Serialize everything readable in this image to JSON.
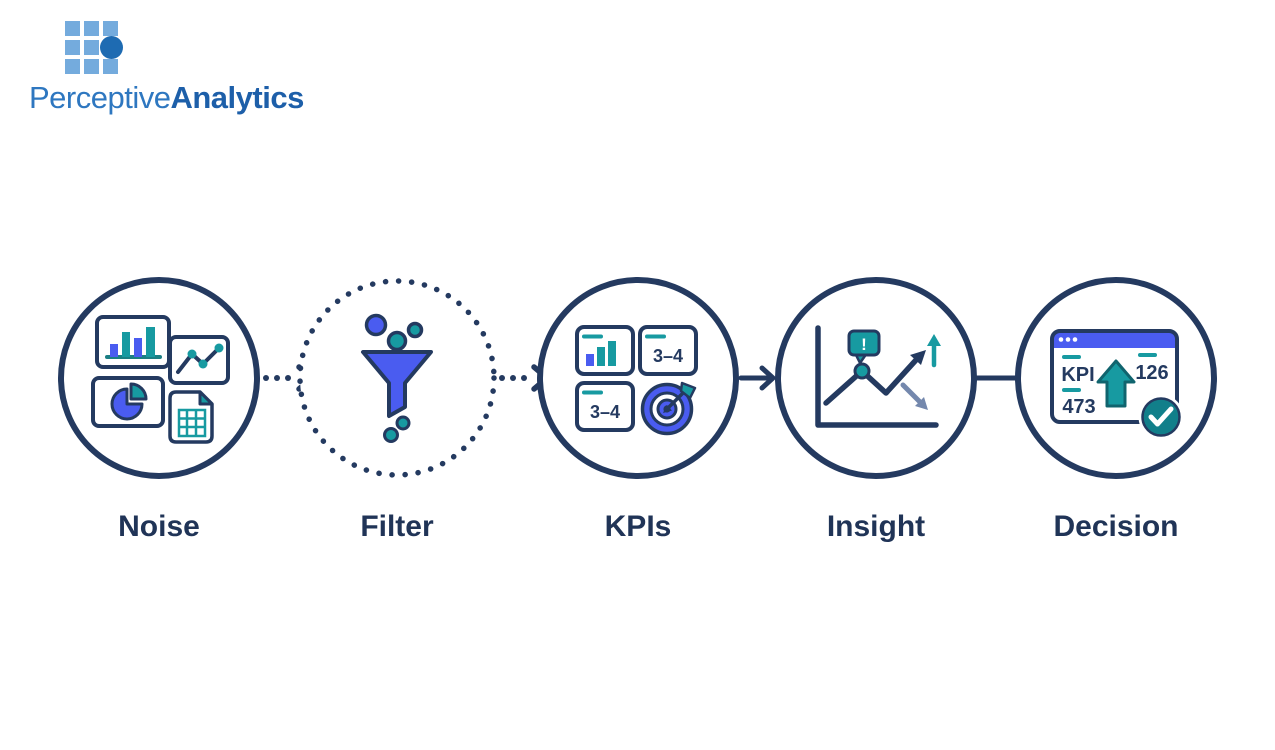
{
  "logo": {
    "name_regular": "Perceptive",
    "name_bold": "Analytics"
  },
  "flow": {
    "stages": [
      {
        "id": "noise",
        "label": "Noise",
        "icon": "charts-collection-icon",
        "ring": "solid"
      },
      {
        "id": "filter",
        "label": "Filter",
        "icon": "funnel-icon",
        "ring": "dotted"
      },
      {
        "id": "kpis",
        "label": "KPIs",
        "icon": "kpi-cards-target-icon",
        "ring": "solid",
        "cards": {
          "top_right_value": "3–4",
          "bottom_left_value": "3–4"
        }
      },
      {
        "id": "insight",
        "label": "Insight",
        "icon": "trend-chart-icon",
        "ring": "solid",
        "callout": "!"
      },
      {
        "id": "decision",
        "label": "Decision",
        "icon": "kpi-dashboard-icon",
        "ring": "solid",
        "window": {
          "kpi_label": "KPI",
          "value_right": "126",
          "value_bottom": "473"
        }
      }
    ],
    "connectors": [
      {
        "from": "noise",
        "to": "filter",
        "style": "dotted-arrow"
      },
      {
        "from": "filter",
        "to": "kpis",
        "style": "dotted-arrow"
      },
      {
        "from": "kpis",
        "to": "insight",
        "style": "solid-arrow"
      },
      {
        "from": "insight",
        "to": "decision",
        "style": "solid-line"
      }
    ]
  },
  "colors": {
    "navy": "#243A60",
    "blue": "#4A5CF0",
    "teal": "#179AA1",
    "teal_dark": "#117F8A",
    "slate_arrow": "#7488AD",
    "logo_square": "#74ABDD",
    "logo_circle": "#1E6BB2",
    "logo_text_light": "#2E77C0",
    "logo_text_dark": "#1D5FA9",
    "label_text": "#203457",
    "background": "#FFFFFF"
  }
}
